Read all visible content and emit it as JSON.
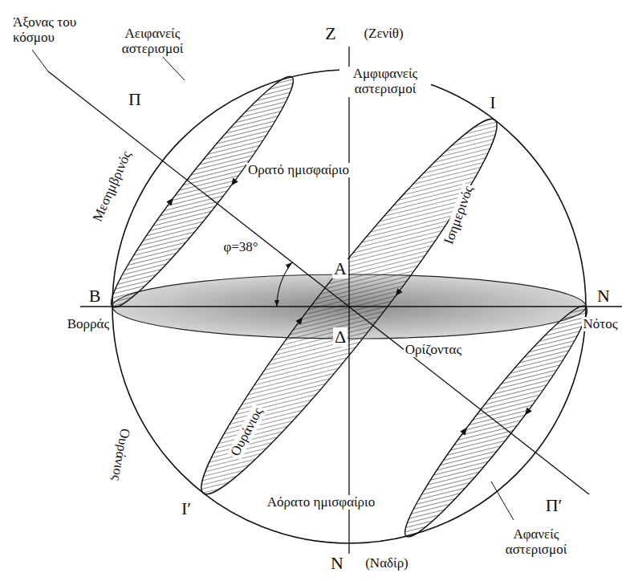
{
  "diagram": {
    "labels": [
      "Άξονας του κόσμου",
      "Αειφανείς αστερισμοί",
      "Z",
      "(Ζενίθ)",
      "Αμφιφανείς αστερισμοί",
      "Π",
      "Μεσημβρινός",
      "Ορατό ημισφαίριο",
      "Ι",
      "Ισημερινός",
      "φ=38°",
      "Α",
      "Β",
      "Ν",
      "Βορράς",
      "Νότος",
      "Ορίζοντας",
      "Δ",
      "Ουράνιος",
      "Ουράνιος",
      "Π′",
      "Αόρατο ημισφαίριο",
      "Ι′",
      "Ν",
      "(Ναδίρ)",
      "Αφανείς αστερισμοί"
    ]
  }
}
